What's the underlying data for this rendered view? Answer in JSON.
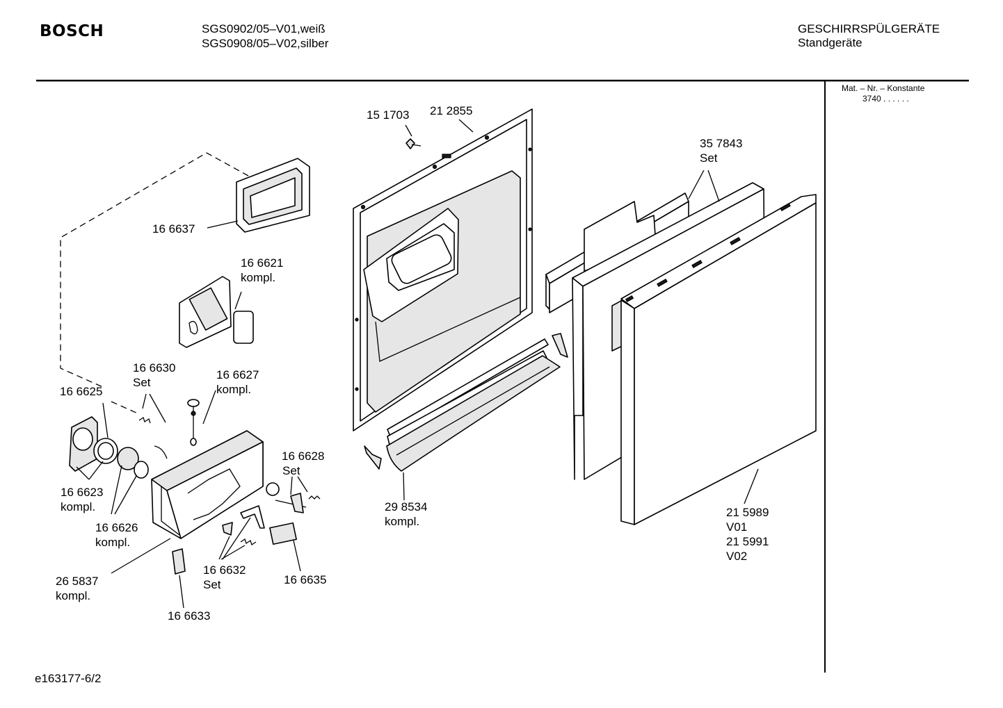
{
  "header": {
    "brand": "BOSCH",
    "model_line_1": "SGS0902/05–V01,weiß",
    "model_line_2": "SGS0908/05–V02,silber",
    "category": "GESCHIRRSPÜLGERÄTE",
    "subcategory": "Standgeräte"
  },
  "side_panel": {
    "title": "Mat. – Nr. – Konstante",
    "value": "3740 . .   . . . ."
  },
  "parts": [
    {
      "id": "p151703",
      "lines": [
        "15 1703"
      ]
    },
    {
      "id": "p212855",
      "lines": [
        "21 2855"
      ]
    },
    {
      "id": "p357843",
      "lines": [
        "35 7843",
        "Set"
      ]
    },
    {
      "id": "p166637",
      "lines": [
        "16 6637"
      ]
    },
    {
      "id": "p166621",
      "lines": [
        "16 6621",
        "kompl."
      ]
    },
    {
      "id": "p166630",
      "lines": [
        "16 6630",
        "Set"
      ]
    },
    {
      "id": "p166627",
      "lines": [
        "16 6627",
        "kompl."
      ]
    },
    {
      "id": "p166625",
      "lines": [
        "16 6625"
      ]
    },
    {
      "id": "p166628",
      "lines": [
        "16 6628",
        "Set"
      ]
    },
    {
      "id": "p166623",
      "lines": [
        "16 6623",
        "kompl."
      ]
    },
    {
      "id": "p166626",
      "lines": [
        "16 6626",
        "kompl."
      ]
    },
    {
      "id": "p298534",
      "lines": [
        "29 8534",
        "kompl."
      ]
    },
    {
      "id": "p215989",
      "lines": [
        "21 5989",
        "V01",
        "21 5991",
        "V02"
      ]
    },
    {
      "id": "p265837",
      "lines": [
        "26 5837",
        "kompl."
      ]
    },
    {
      "id": "p166632",
      "lines": [
        "16 6632",
        "Set"
      ]
    },
    {
      "id": "p166635",
      "lines": [
        "16 6635"
      ]
    },
    {
      "id": "p166633",
      "lines": [
        "16 6633"
      ]
    }
  ],
  "footer": {
    "drawing_id": "e163177-6/2"
  }
}
